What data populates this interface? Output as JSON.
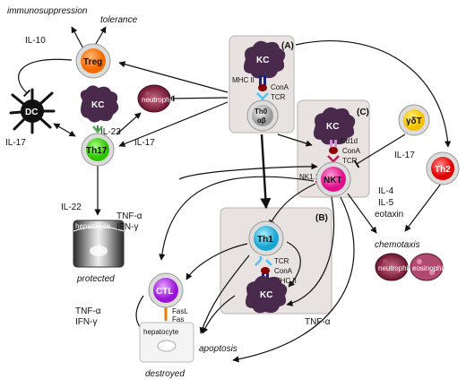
{
  "panels": {
    "A": "(A)",
    "B": "(B)",
    "C": "(C)"
  },
  "cells": {
    "treg": "Treg",
    "dc": "DC",
    "kc": "KC",
    "neutrophil": "neutrophil",
    "th17": "Th17",
    "hepatocyte": "hepatocyte",
    "ctl": "CTL",
    "th0_line1": "Th0",
    "th0_line2": "αβ",
    "nkt": "NKT",
    "gdt": "γδT",
    "th2": "Th2",
    "th1": "Th1",
    "eosinophil": "eosinophil"
  },
  "molecules": {
    "mhc2": "MHC II",
    "cona": "ConA",
    "tcr": "TCR",
    "cd1d": "Cd1d",
    "nk11": "NK1.1",
    "fasl": "FasL",
    "fas": "Fas"
  },
  "labels": {
    "immunosuppression": "immunosuppression",
    "tolerance": "tolerance",
    "il10": "IL-10",
    "il23": "IL-23",
    "il17": "IL-17",
    "il22": "IL-22",
    "protected": "protected",
    "tnfa": "TNF-α",
    "ifng": "IFN-γ",
    "apoptosis": "apoptosis",
    "destroyed": "destroyed",
    "il4": "IL-4",
    "il5": "IL-5",
    "eotaxin": "eotaxin",
    "chemotaxis": "chemotaxis"
  }
}
